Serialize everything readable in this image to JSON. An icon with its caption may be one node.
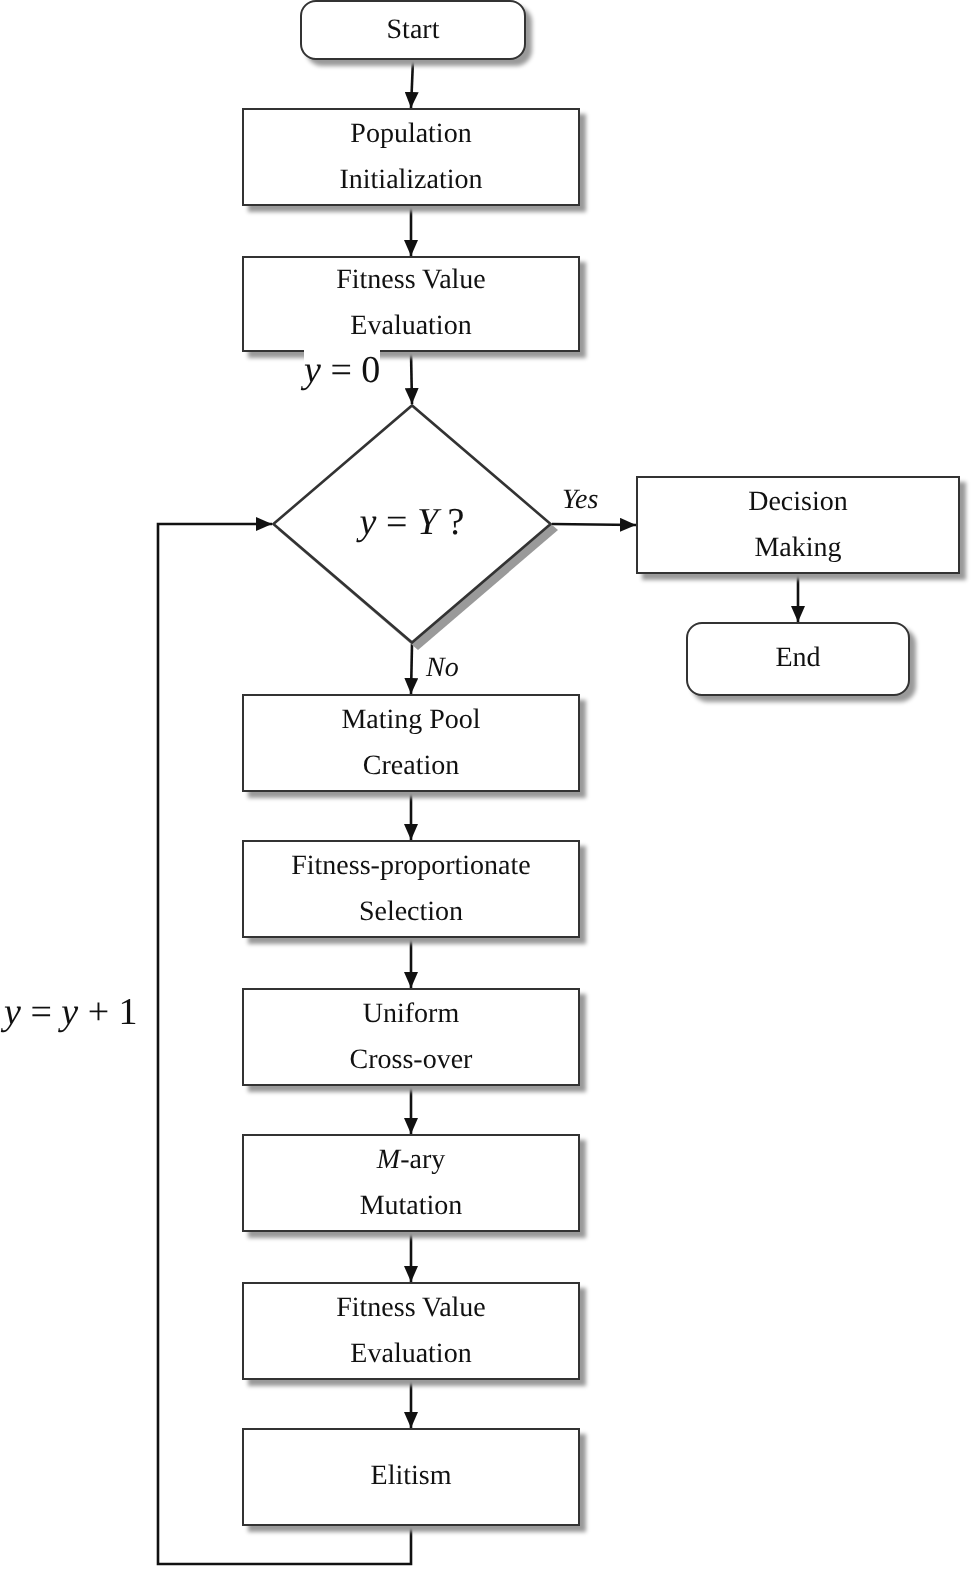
{
  "diagram": {
    "nodes": [
      {
        "text": [
          "Start"
        ]
      },
      {
        "text": [
          "Population Initialization"
        ]
      },
      {
        "text": [
          "Fitness Value Evaluation"
        ]
      },
      {
        "text": [
          "*y* = *Y* ?"
        ]
      },
      {
        "text": [
          "Decision Making"
        ]
      },
      {
        "text": [
          "End"
        ]
      },
      {
        "text": [
          "Mating Pool Creation"
        ]
      },
      {
        "text": [
          "Fitness-proportionate Selection"
        ]
      },
      {
        "text": [
          "Uniform Cross-over"
        ]
      },
      {
        "text": [
          "*M*-ary Mutation"
        ]
      },
      {
        "text": [
          "Fitness Value Evaluation"
        ]
      },
      {
        "text": [
          "Elitism"
        ]
      }
    ],
    "edges": [
      {
        "from": 0,
        "to": 1,
        "arrow": "to"
      },
      {
        "from": 1,
        "to": 2,
        "arrow": "to"
      },
      {
        "from": 2,
        "to": 3,
        "arrow": "to",
        "label": "*y* = 0"
      },
      {
        "from": 3,
        "to": 4,
        "arrow": "to",
        "label": "Yes"
      },
      {
        "from": 4,
        "to": 5,
        "arrow": "to"
      },
      {
        "from": 3,
        "to": 6,
        "arrow": "to",
        "label": "No"
      },
      {
        "from": 6,
        "to": 7,
        "arrow": "to"
      },
      {
        "from": 7,
        "to": 8,
        "arrow": "to"
      },
      {
        "from": 8,
        "to": 9,
        "arrow": "to"
      },
      {
        "from": 9,
        "to": 10,
        "arrow": "to"
      },
      {
        "from": 10,
        "to": 11,
        "arrow": "to"
      },
      {
        "from": 11,
        "to": 3,
        "arrow": "to",
        "label": "*y* = *y* + 1"
      }
    ]
  }
}
